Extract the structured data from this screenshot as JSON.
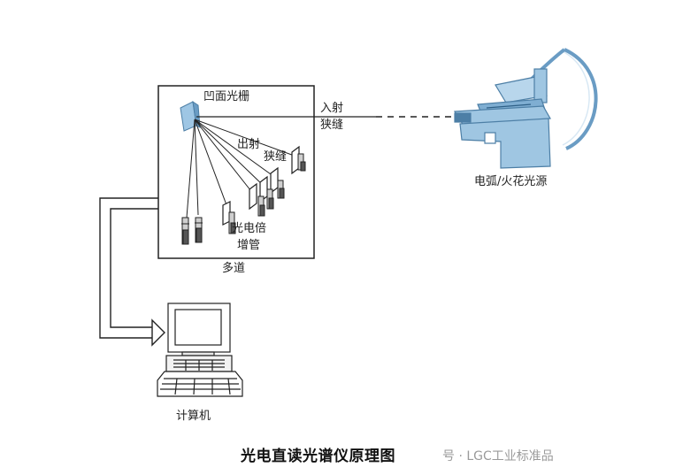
{
  "labels": {
    "grating": "凹面光栅",
    "entrance_slit_line1": "入射",
    "entrance_slit_line2": "狭缝",
    "exit_slit_line1": "出射",
    "exit_slit_line2": "狭缝",
    "pmt_line1": "光电倍",
    "pmt_line2": "增管",
    "multichannel": "多道",
    "source": "电弧/火花光源",
    "computer": "计算机"
  },
  "title": "光电直读光谱仪原理图",
  "watermark": "号 · LGC工业标准品",
  "colors": {
    "line": "#222222",
    "grating_fill": "#9ec6e4",
    "source_fill": "#9fc6e2",
    "source_dark": "#4d7fa6"
  },
  "icons": [
    "concave-grating-icon",
    "exit-slit-icon",
    "photomultiplier-tube-icon",
    "arc-spark-source-icon",
    "computer-icon",
    "arrow-right-icon"
  ]
}
